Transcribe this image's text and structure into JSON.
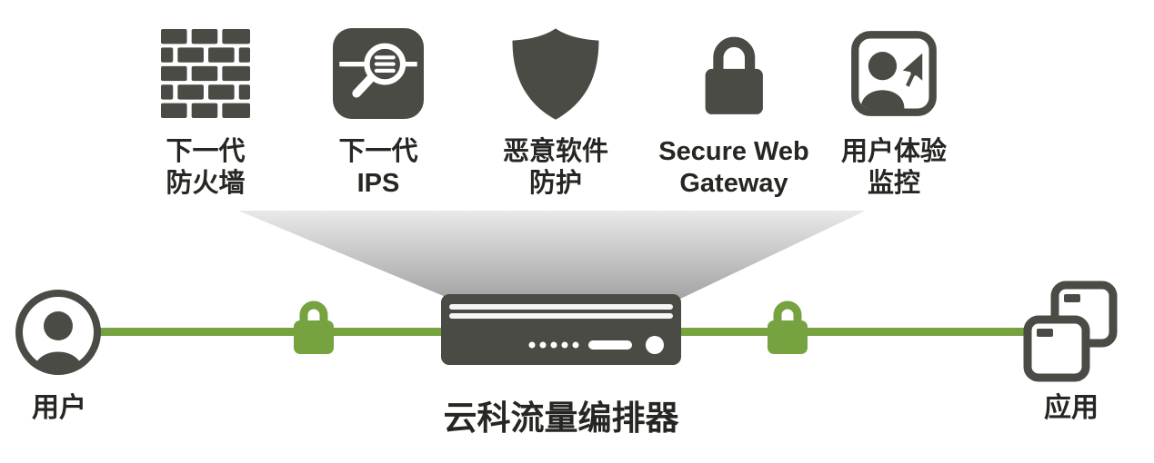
{
  "diagram_title": "security-service-chain",
  "services": [
    {
      "id": "ngfw",
      "label": "下一代\n防火墙",
      "icon": "firewall-brick-icon"
    },
    {
      "id": "ngips",
      "label": "下一代\nIPS",
      "icon": "ips-magnifier-icon"
    },
    {
      "id": "anti-malware",
      "label": "恶意软件\n防护",
      "icon": "malware-shield-icon"
    },
    {
      "id": "swg",
      "label": "Secure Web\nGateway",
      "icon": "gateway-lock-icon"
    },
    {
      "id": "uem",
      "label": "用户体验\n监控",
      "icon": "user-experience-cursor-icon"
    }
  ],
  "flow": {
    "user_label": "用户",
    "orchestrator_label": "云科流量编排器",
    "app_label": "应用",
    "left_lock_icon": "green-padlock-icon",
    "right_lock_icon": "green-padlock-icon",
    "user_icon": "user-circle-icon",
    "app_icon": "stacked-apps-icon",
    "appliance_icon": "orchestrator-appliance-icon"
  },
  "colors": {
    "icon_dark": "#4b4b45",
    "line_green": "#76a240",
    "funnel_top": "#e9e9e9",
    "funnel_bottom": "#a2a2a2",
    "label_text": "#262622"
  }
}
